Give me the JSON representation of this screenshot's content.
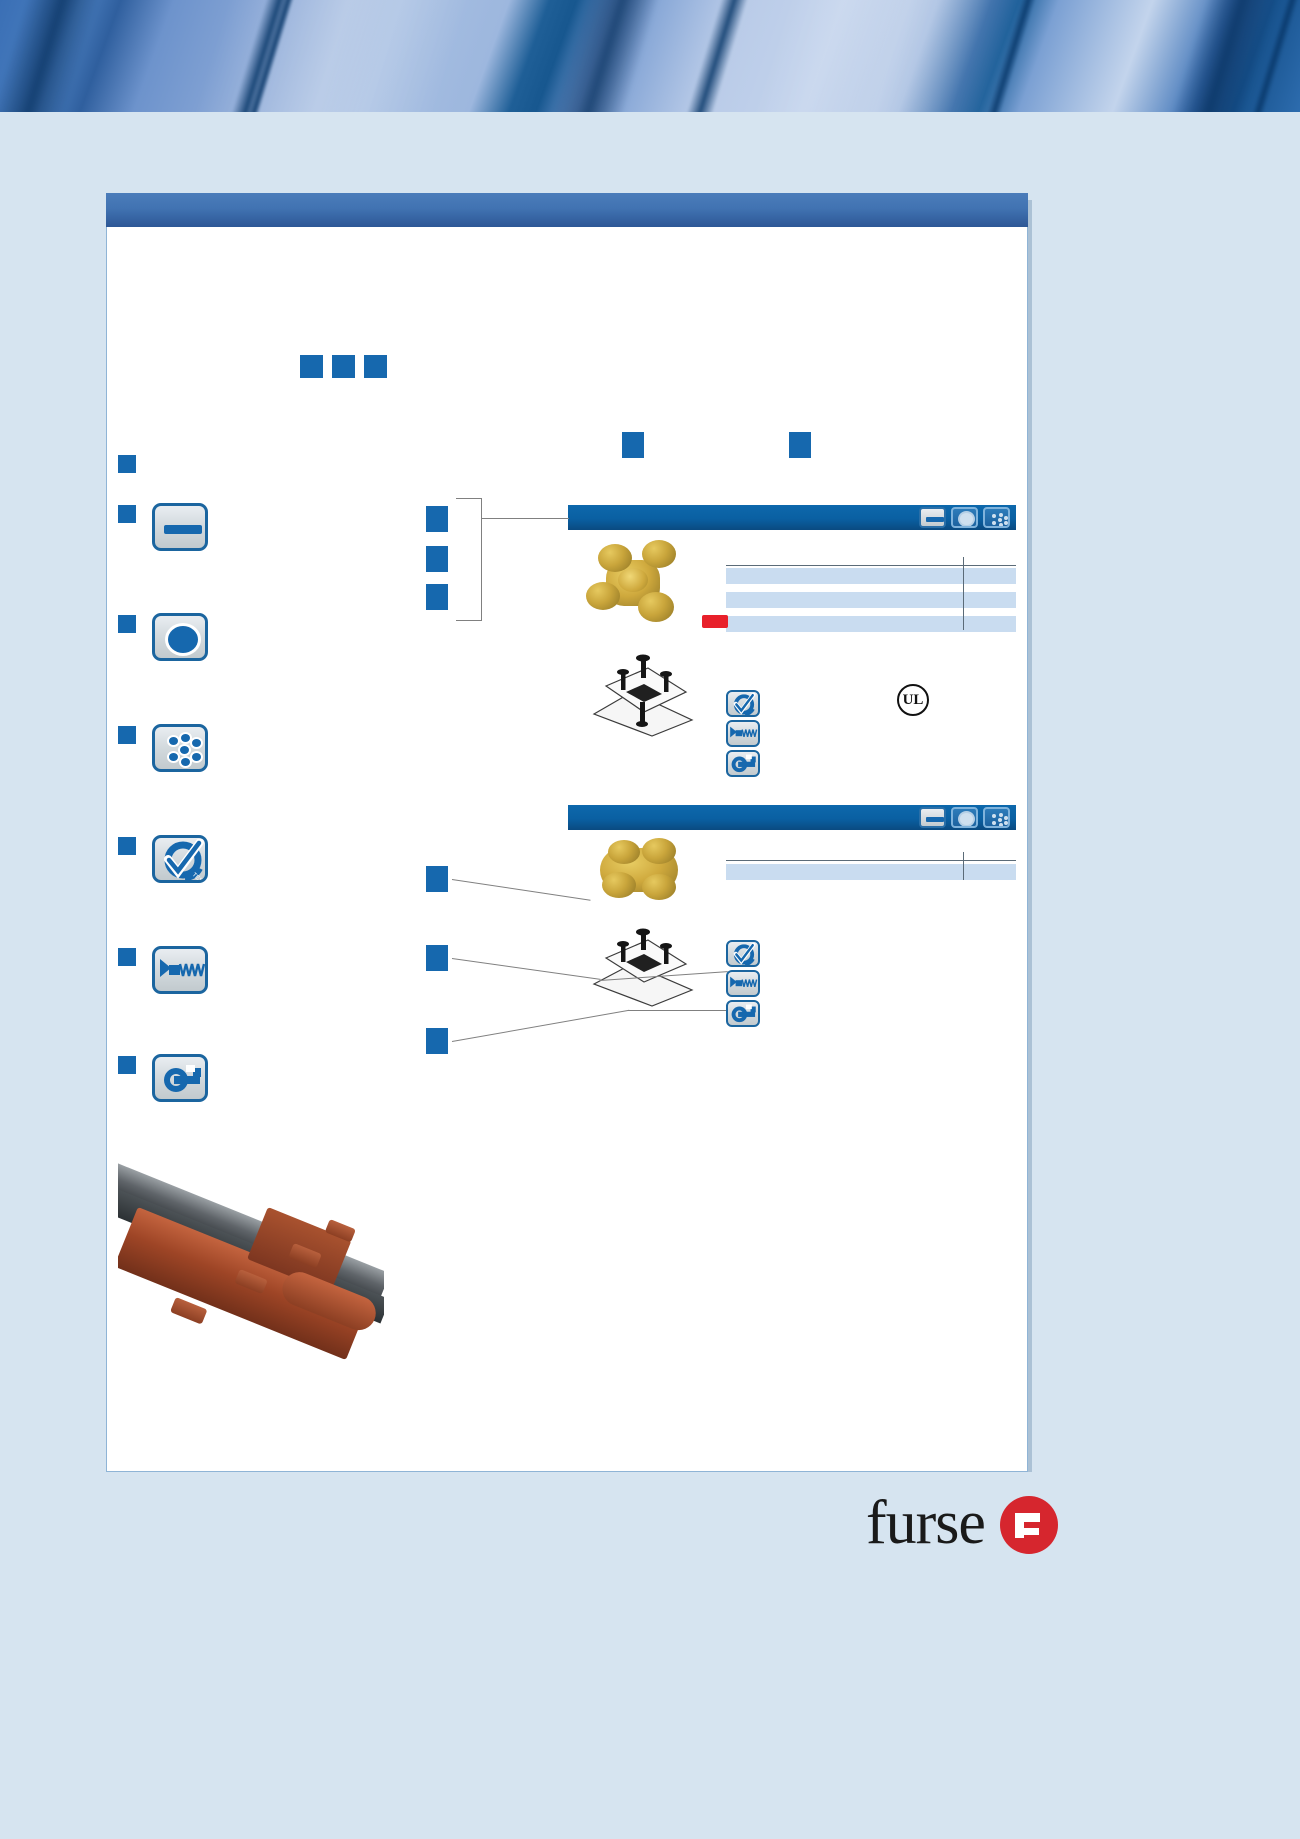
{
  "document": {
    "publisher": "furse",
    "page_background": "#d6e4f0",
    "accent_blue": "#1668ae",
    "bar_blue": "#0a60a2",
    "header_blue": "#4173b2",
    "table_stripe": "#c9dcf0",
    "highlight_red": "#e8202a"
  },
  "banner": {
    "name": "abstract-blue-architecture-photo"
  },
  "card": {
    "title": ""
  },
  "headline": {
    "dots": [
      "",
      "",
      ""
    ]
  },
  "left_rail": {
    "intro_bullet": "",
    "items": [
      {
        "bullet": "",
        "icon": "tape-conductor-icon",
        "label": ""
      },
      {
        "bullet": "",
        "icon": "round-conductor-icon",
        "label": ""
      },
      {
        "bullet": "",
        "icon": "stranded-conductor-icon",
        "label": ""
      },
      {
        "bullet": "",
        "icon": "tested-approval-icon",
        "label": ""
      },
      {
        "bullet": "",
        "icon": "screw-fixing-icon",
        "label": ""
      },
      {
        "bullet": "",
        "icon": "spanner-tool-icon",
        "label": ""
      }
    ]
  },
  "column_headers": [
    {
      "marker": "",
      "label": ""
    },
    {
      "marker": "",
      "label": ""
    }
  ],
  "sections": [
    {
      "id": "section-one",
      "bar_title": "",
      "badges": [
        {
          "icon": "tape-conductor-badge",
          "state": "on"
        },
        {
          "icon": "round-conductor-badge",
          "state": "off"
        },
        {
          "icon": "stranded-conductor-badge",
          "state": "off"
        }
      ],
      "callout_squares": [
        "",
        "",
        ""
      ],
      "product_photo": "gold-cruciform-clamp",
      "line_drawing": "cruciform-clamp-exploded-drawing",
      "table": {
        "headers": [
          "",
          "",
          "",
          ""
        ],
        "rows": [
          {
            "cells": [
              "",
              "",
              "",
              ""
            ],
            "highlighted": false
          },
          {
            "cells": [
              "",
              "",
              "",
              ""
            ],
            "highlighted": false
          },
          {
            "cells": [
              "",
              "",
              "",
              ""
            ],
            "highlighted": true
          }
        ]
      },
      "feature_chips": [
        {
          "icon": "tested-approval-icon"
        },
        {
          "icon": "screw-fixing-icon"
        },
        {
          "icon": "spanner-tool-icon"
        }
      ],
      "approval_mark": {
        "icon": "ul-listed-mark",
        "text": "UL"
      }
    },
    {
      "id": "section-two",
      "bar_title": "",
      "badges": [
        {
          "icon": "tape-conductor-badge",
          "state": "on"
        },
        {
          "icon": "round-conductor-badge",
          "state": "off"
        },
        {
          "icon": "stranded-conductor-badge",
          "state": "off"
        }
      ],
      "callout_squares": [
        "",
        "",
        ""
      ],
      "product_photo": "gold-oval-clamp",
      "line_drawing": "oval-clamp-exploded-drawing",
      "table": {
        "headers": [
          "",
          "",
          "",
          ""
        ],
        "rows": [
          {
            "cells": [
              "",
              "",
              "",
              ""
            ],
            "highlighted": false
          }
        ]
      },
      "feature_chips": [
        {
          "icon": "tested-approval-icon"
        },
        {
          "icon": "screw-fixing-icon"
        },
        {
          "icon": "spanner-tool-icon"
        }
      ]
    }
  ],
  "bottom_photo": {
    "name": "busbar-and-rail-assembly-photo"
  },
  "footer": {
    "brand": "furse",
    "logo_mark": "furse-f-roundel"
  }
}
